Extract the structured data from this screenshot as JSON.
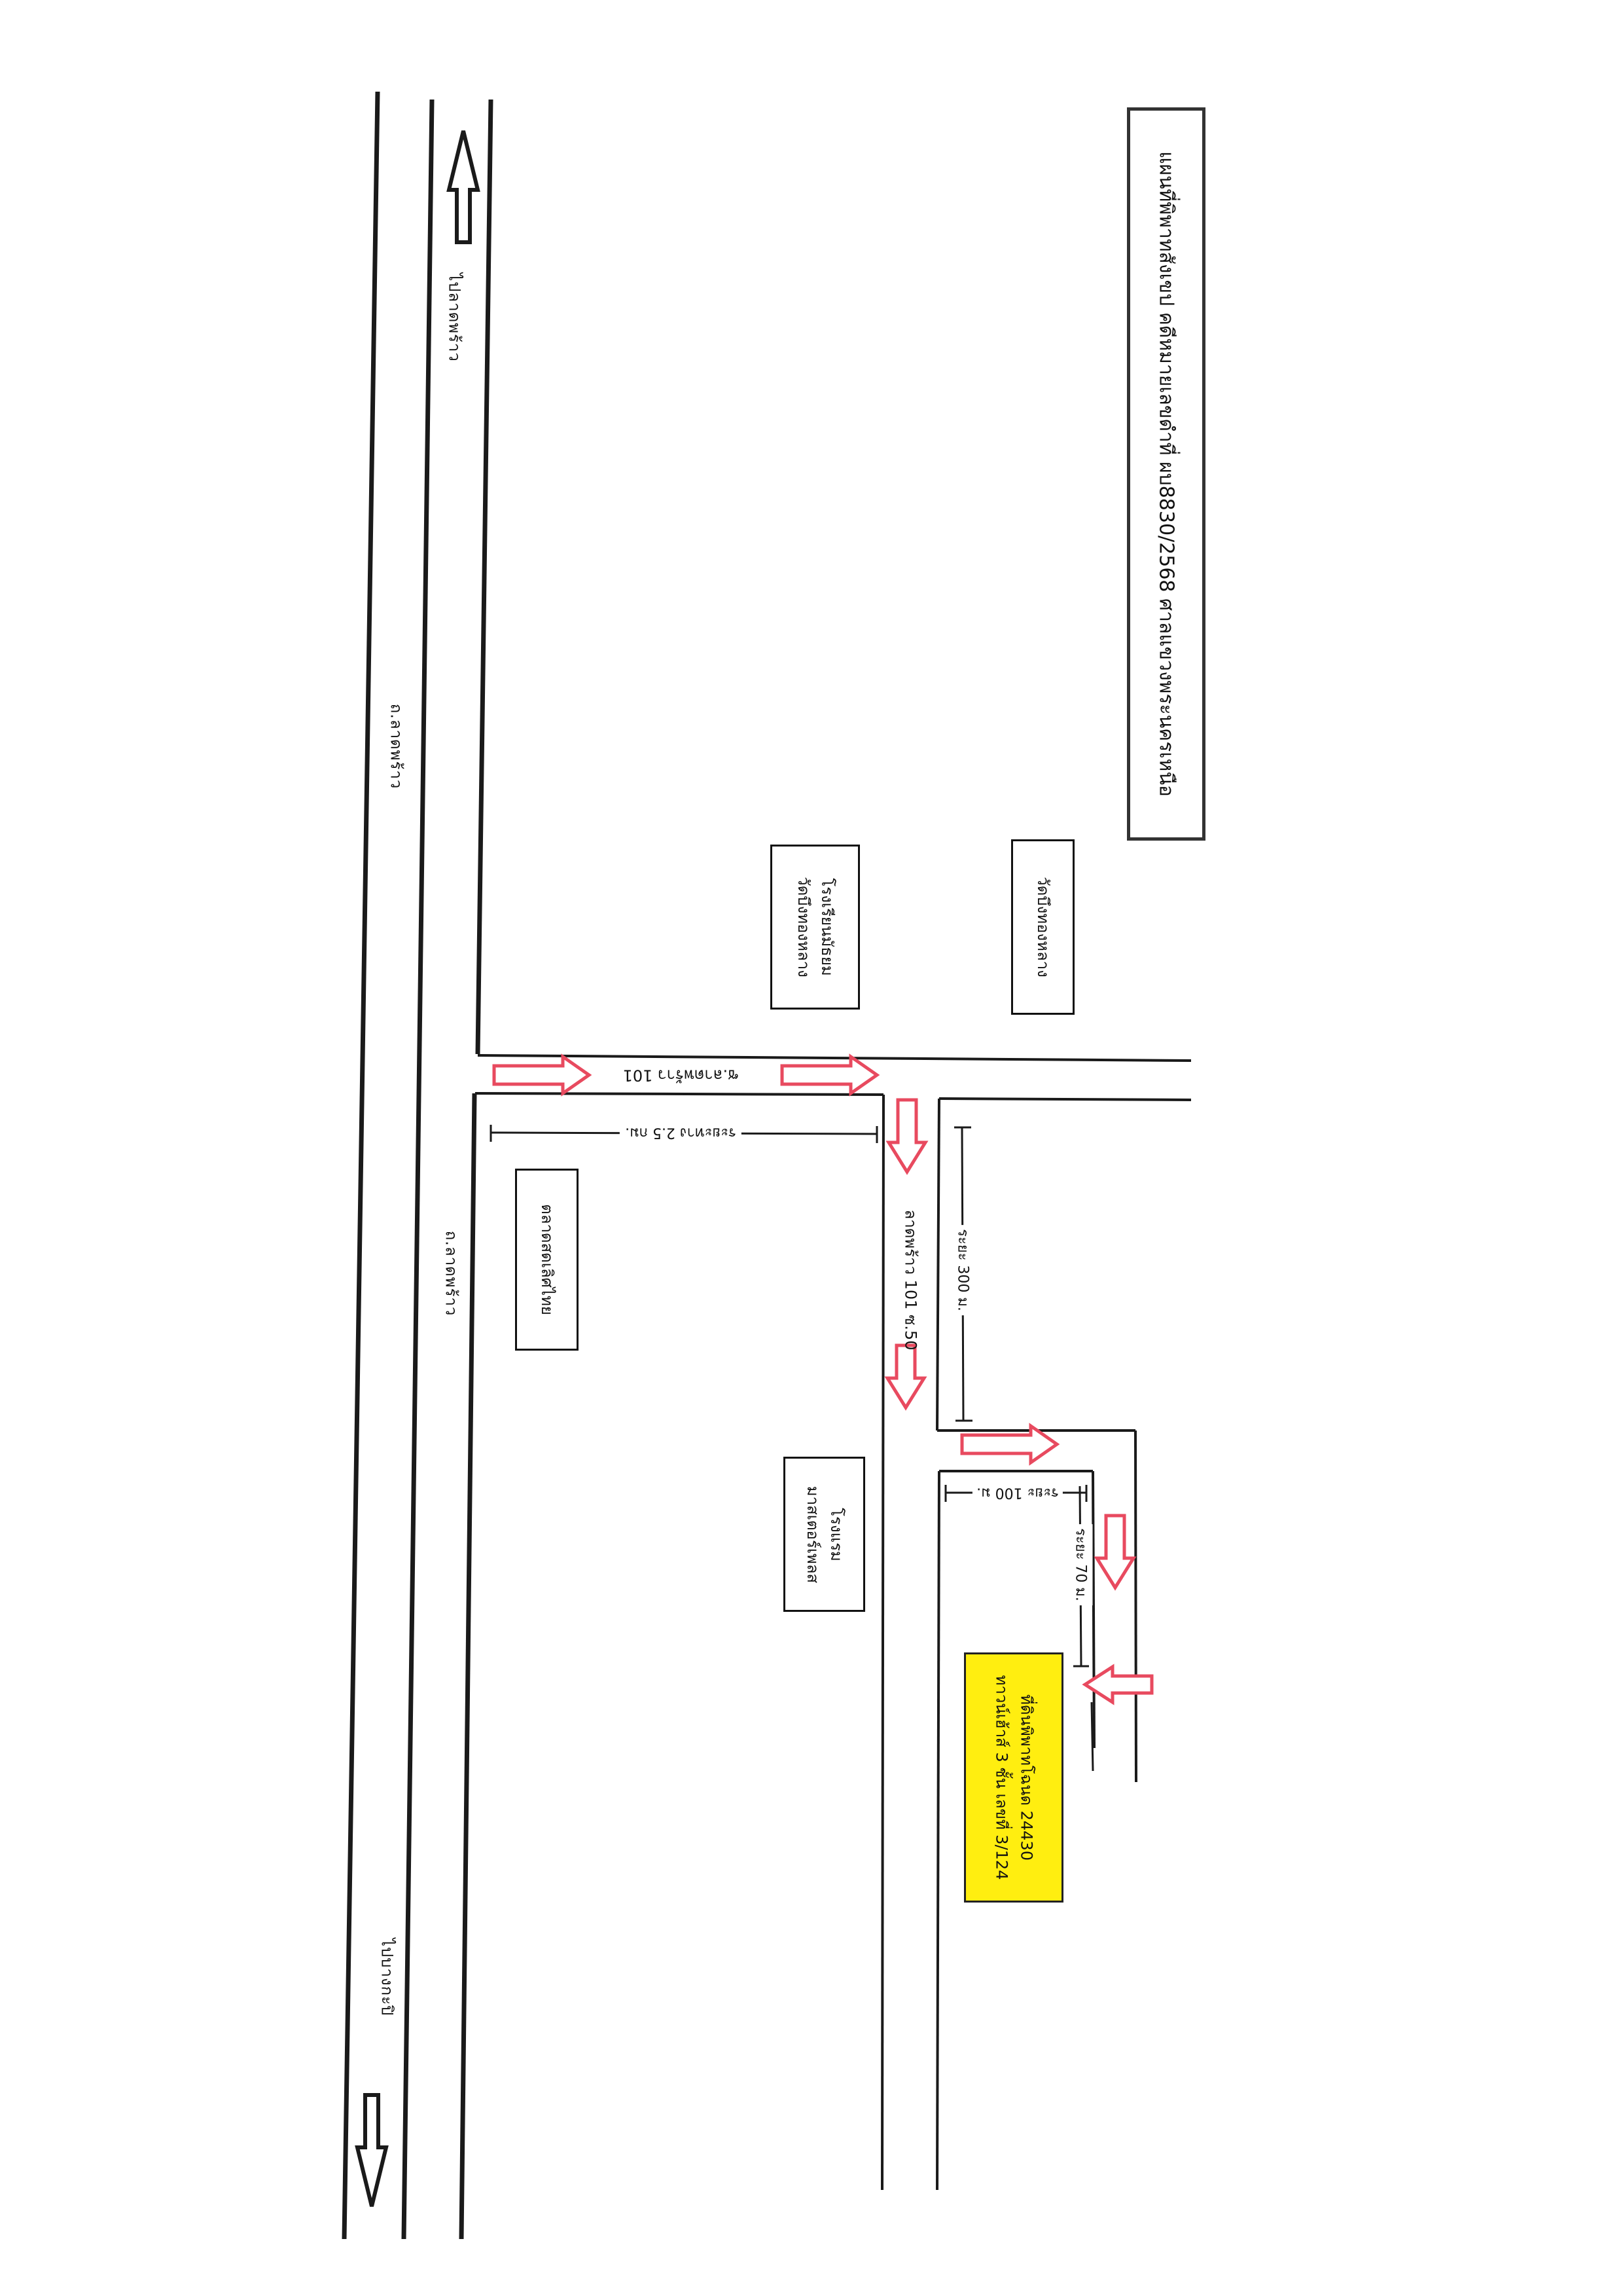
{
  "title": "แผนที่พิพาทสังเขป คดีหมายเลขดำที่ ผบ8830/2568 ศาลแขวงพระนครเหนือ",
  "main_road": {
    "name_top": "ถ.ลาดพร้าว",
    "name_mid": "ถ.ลาดพร้าว",
    "direction_north": "ไปลาดพร้าว",
    "direction_south": "ไปบางกะปิ"
  },
  "soi": {
    "name": "ซ.ลาดพร้าว 101",
    "distance_label": "ระยะทาง 2.5 กม.",
    "branch_name": "ลาดพร้าว 101 ซ.50",
    "branch_distance": "ระยะ 300 ม.",
    "lane_distance_1": "ระยะ 100 ม.",
    "lane_distance_2": "ระยะ 70 ม."
  },
  "landmarks": {
    "school": [
      "โรงเรียนมัธยม",
      "วัดบึงทองหลาง"
    ],
    "temple": "วัดบึงทองหลาง",
    "market": "ตลาดสดเลิศไทย",
    "hotel": [
      "โรงแรม",
      "มาสเตอร์เพลส"
    ]
  },
  "destination": {
    "line1": "ที่ดินพิพาทโฉนด 24430",
    "line2": "ทาวน์เฮ้าส์ 3 ชั้น เลขที่ 3/124",
    "color": "#ffee10"
  },
  "colors": {
    "road": "#1a1a1a",
    "arrow_red": "#e84a5f",
    "arrow_black": "#1a1a1a"
  }
}
